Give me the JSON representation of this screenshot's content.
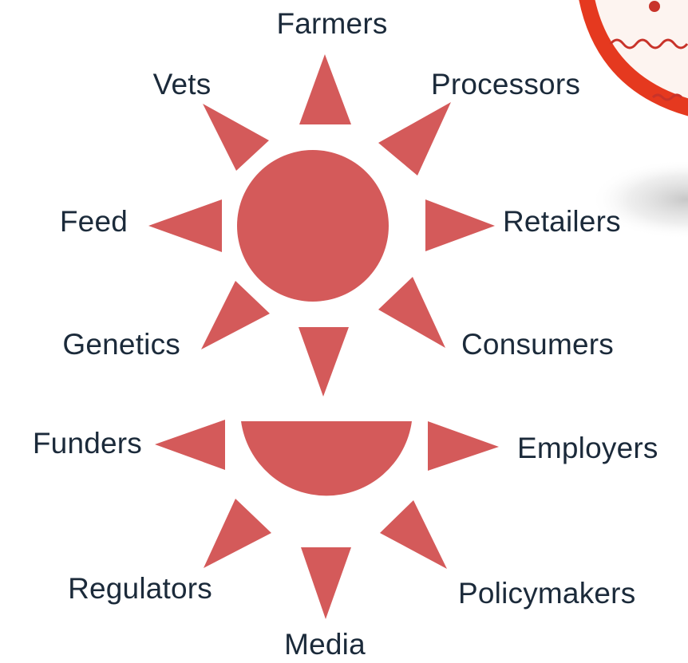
{
  "colors": {
    "sun": "#d45a5a",
    "text": "#1b2a3a",
    "badge_ring": "#e5391f",
    "badge_fill": "#fdf4f0",
    "badge_detail": "#c8332a"
  },
  "upper_sun": {
    "labels": {
      "top": "Farmers",
      "top_left": "Vets",
      "top_right": "Processors",
      "left": "Feed",
      "right": "Retailers",
      "bottom_left": "Genetics",
      "bottom_right": "Consumers"
    }
  },
  "lower_sun": {
    "labels": {
      "left": "Funders",
      "right": "Employers",
      "bottom_left": "Regulators",
      "bottom_right": "Policymakers",
      "bottom": "Media"
    }
  }
}
